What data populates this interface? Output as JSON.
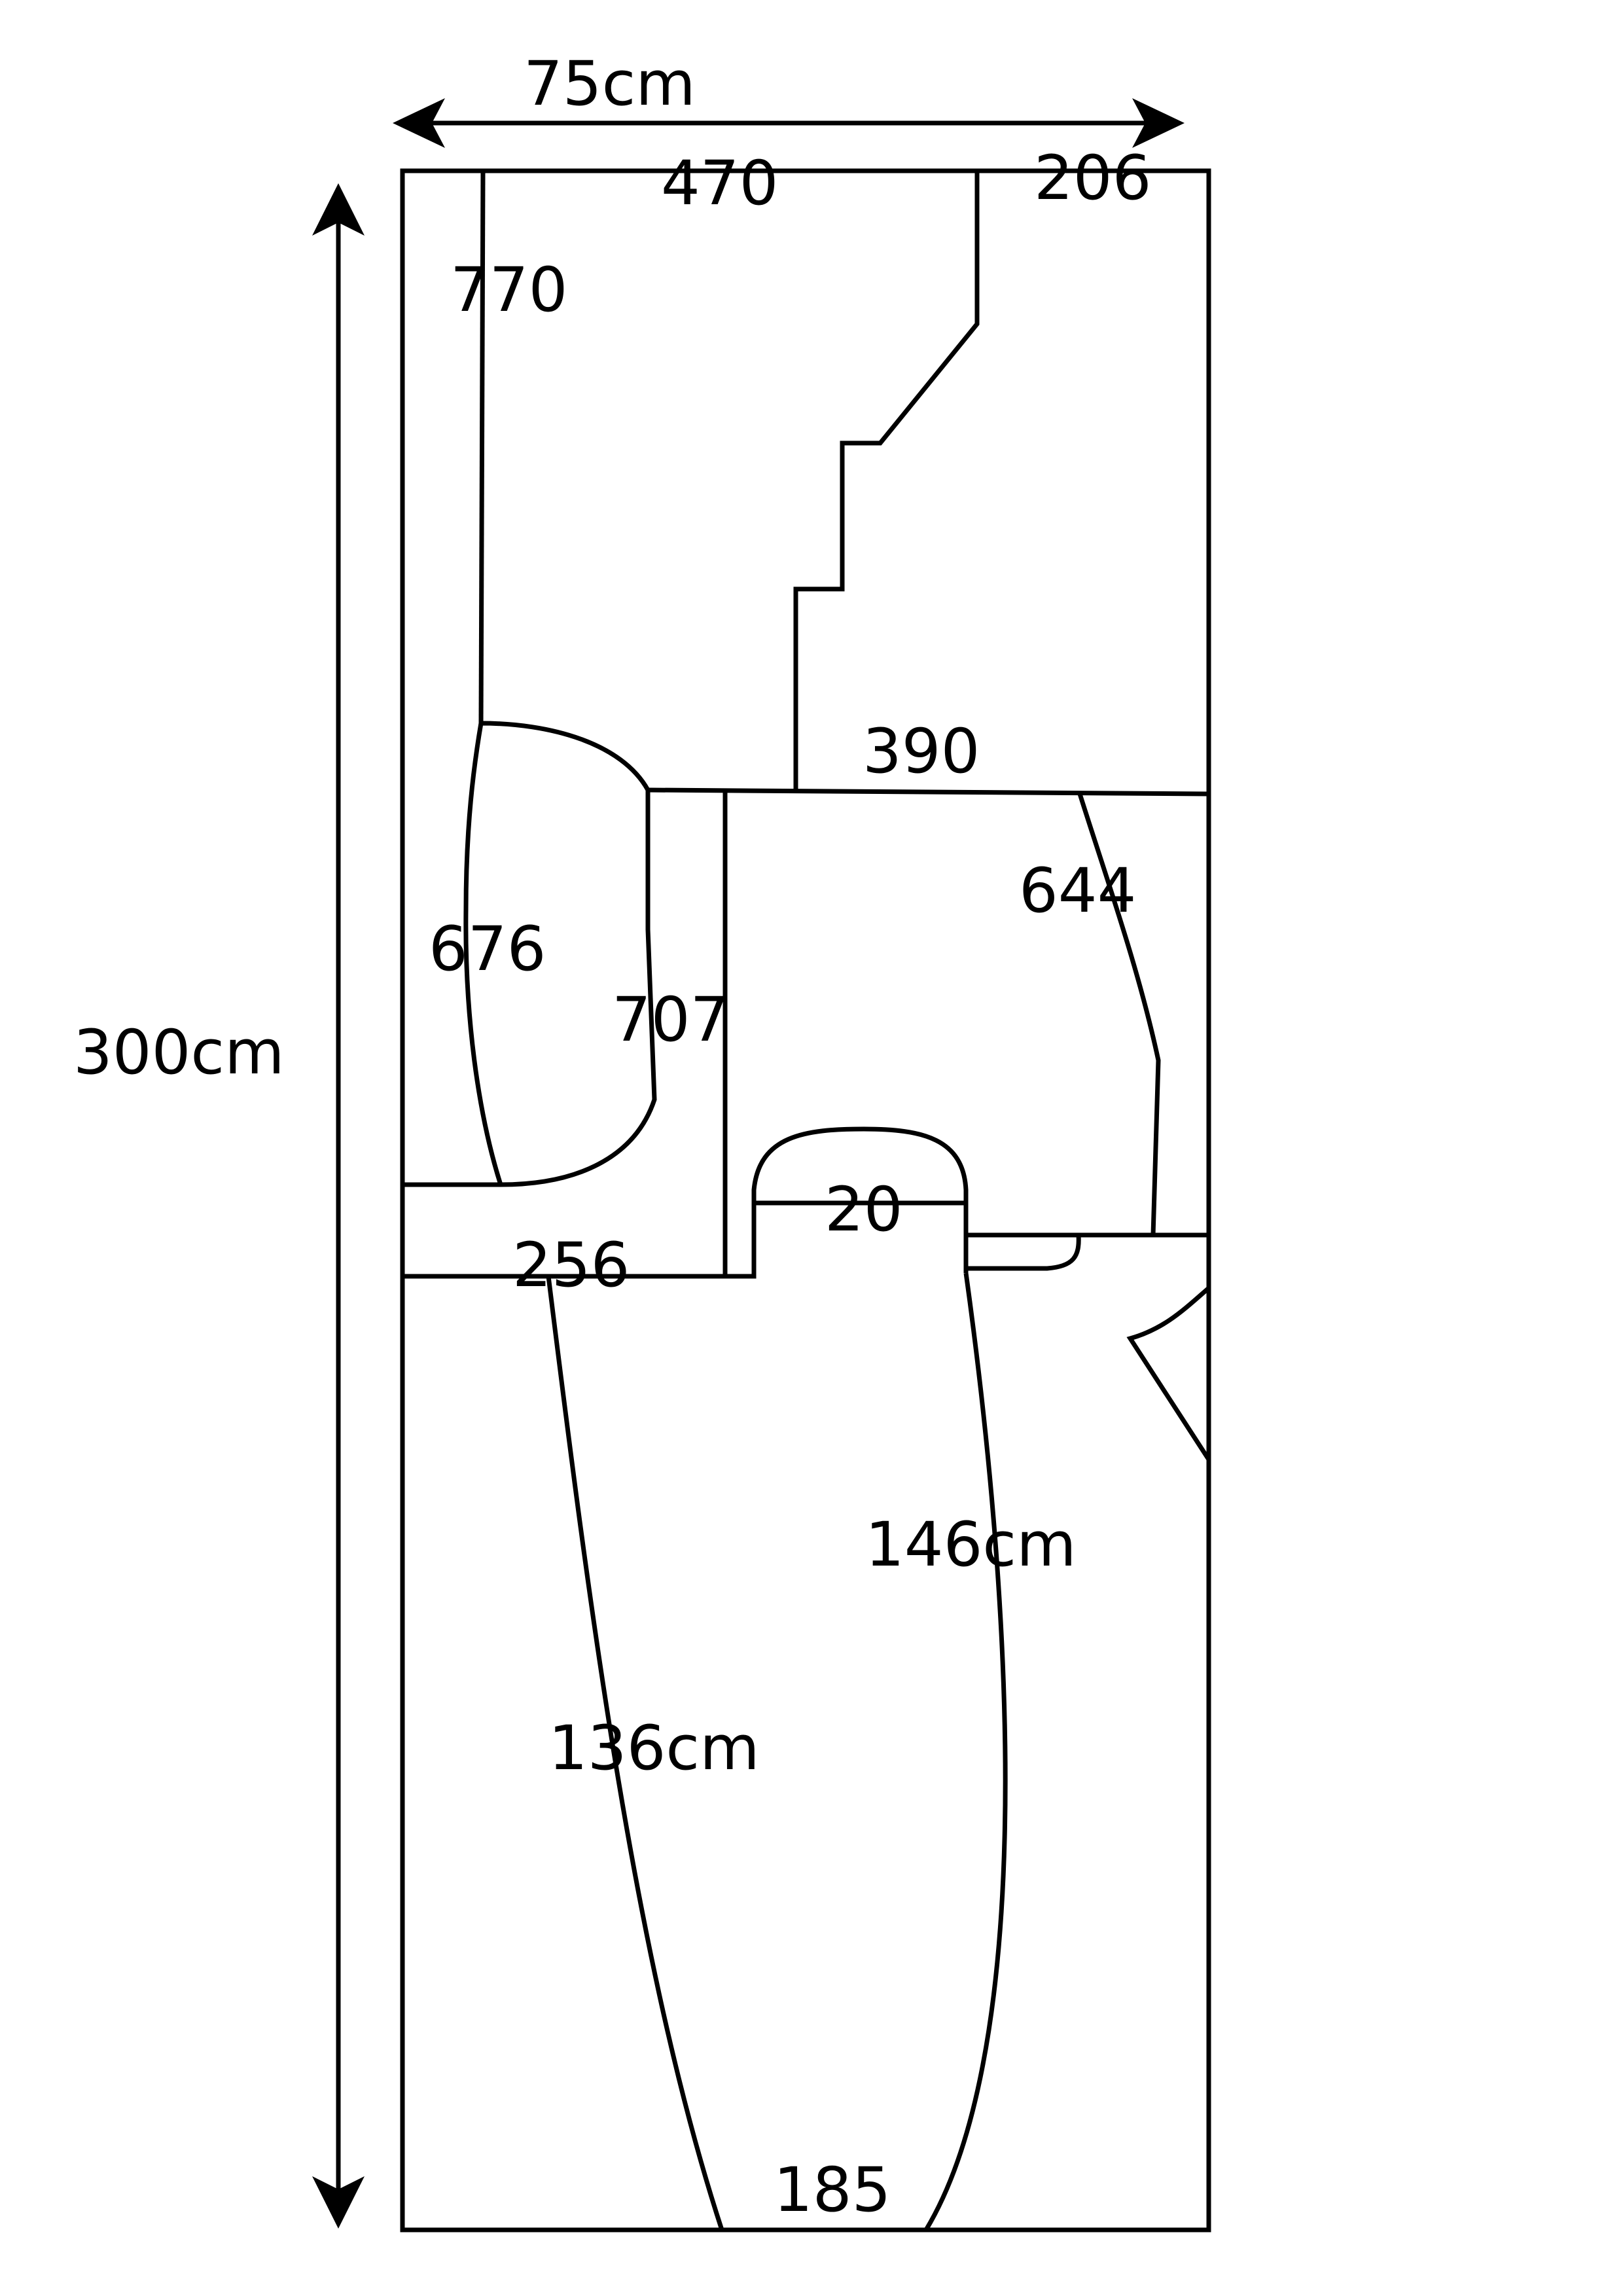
{
  "diagram": {
    "width_label": "75cm",
    "height_label": "300cm",
    "pieces": [
      {
        "id": "top-left-strip",
        "label": "770"
      },
      {
        "id": "top-middle",
        "label": "470"
      },
      {
        "id": "top-right",
        "label": "206"
      },
      {
        "id": "middle-band",
        "label": "390"
      },
      {
        "id": "left-curved",
        "label": "676"
      },
      {
        "id": "inner-strip",
        "label": "707"
      },
      {
        "id": "right-middle",
        "label": "644"
      },
      {
        "id": "arch-piece",
        "label": "20"
      },
      {
        "id": "left-connector",
        "label": "256"
      },
      {
        "id": "right-long",
        "label": "146cm"
      },
      {
        "id": "left-long",
        "label": "136cm"
      },
      {
        "id": "bottom-center",
        "label": "185"
      }
    ]
  },
  "colors": {
    "line": "#000000",
    "background": "#ffffff"
  }
}
